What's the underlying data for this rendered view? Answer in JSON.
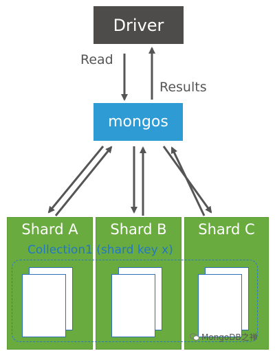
{
  "driver": {
    "label": "Driver"
  },
  "mongos": {
    "label": "mongos"
  },
  "edges": {
    "read": "Read",
    "results": "Results"
  },
  "shards": [
    {
      "label": "Shard A"
    },
    {
      "label": "Shard B"
    },
    {
      "label": "Shard C"
    }
  ],
  "collection": {
    "label": "Collection1 (shard key x)"
  },
  "watermark": {
    "text": "MongoDB之禅",
    "icon": "wechat-icon"
  },
  "colors": {
    "driver_bg": "#4d4c4b",
    "mongos_bg": "#2e9bd5",
    "shard_bg": "#6aab3f",
    "collection_outline": "#2a78c4",
    "arrow": "#555555"
  }
}
